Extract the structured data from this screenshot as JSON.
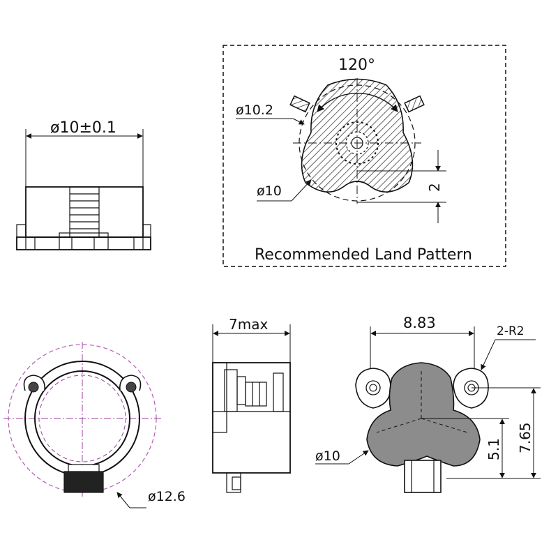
{
  "top_left": {
    "diameter_label": "ø10±0.1"
  },
  "land_pattern": {
    "title": "Recommended Land Pattern",
    "angle_label": "120°",
    "outer_diameter_label": "ø10.2",
    "inner_diameter_label": "ø10",
    "offset_label": "2"
  },
  "bottom_left": {
    "diameter_label": "ø12.6"
  },
  "side_view": {
    "height_label": "7max"
  },
  "bottom_right": {
    "width_label": "8.83",
    "radius_label": "2-R2",
    "diameter_label": "ø10",
    "height_small_label": "5.1",
    "height_large_label": "7.65"
  },
  "colors": {
    "line": "#111111",
    "centerline": "#9a3fa0",
    "pad_fill": "#8c8c8c"
  }
}
